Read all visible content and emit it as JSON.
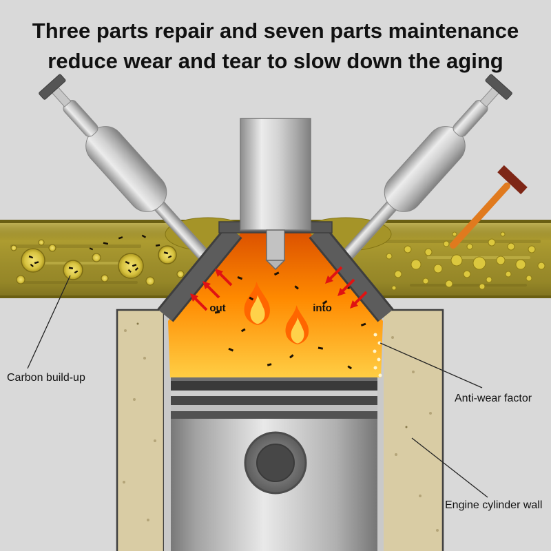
{
  "title": {
    "line1": "Three parts repair and seven parts maintenance",
    "line2": "reduce wear and tear to slow down the aging"
  },
  "diagram": {
    "flow_labels": {
      "out": "out",
      "into": "into"
    },
    "callouts": {
      "carbon": "Carbon build-up",
      "anti_wear": "Anti-wear factor",
      "cylinder_wall": "Engine cylinder wall"
    },
    "colors": {
      "background": "#d9d9d9",
      "oil_band": "#ad9c30",
      "wall_tan": "#d9cca4",
      "combustion_top": "#dc5200",
      "combustion_mid": "#ff8a00",
      "combustion_bottom": "#ffcf45",
      "arrow_red": "#e01212",
      "tool_orange": "#e07a1e",
      "flame_outer": "#ff6600",
      "flame_inner": "#ffd24a"
    }
  }
}
